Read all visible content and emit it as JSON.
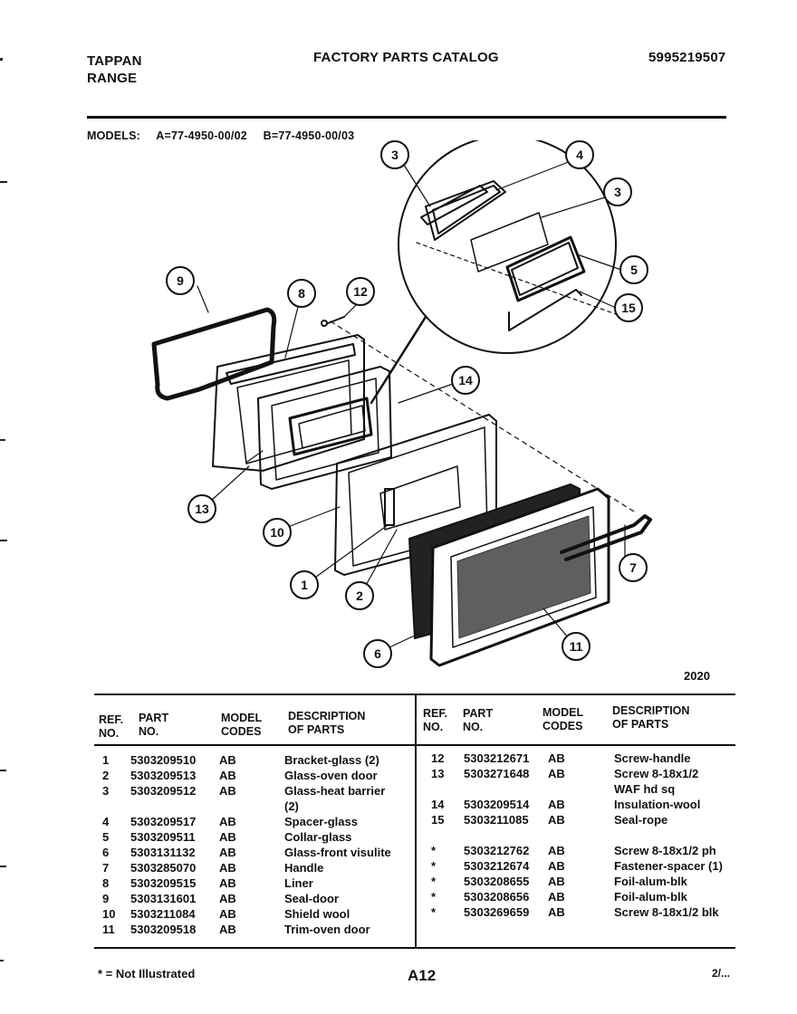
{
  "header": {
    "brand_line1": "TAPPAN",
    "brand_line2": "RANGE",
    "title": "FACTORY PARTS CATALOG",
    "catalog_no": "5995219507"
  },
  "models": {
    "label": "MODELS:",
    "a": "A=77-4950-00/02",
    "b": "B=77-4950-00/03"
  },
  "diagram": {
    "figure_code": "2020",
    "callouts": [
      "1",
      "2",
      "3",
      "4",
      "5",
      "6",
      "7",
      "8",
      "9",
      "10",
      "11",
      "12",
      "13",
      "14",
      "15"
    ]
  },
  "table": {
    "headers": {
      "ref_no": [
        "REF.",
        "NO."
      ],
      "part_no": [
        "PART",
        "NO."
      ],
      "model_codes": [
        "MODEL",
        "CODES"
      ],
      "description": [
        "DESCRIPTION",
        "OF PARTS"
      ]
    },
    "left_rows": [
      {
        "ref": "1",
        "part": "5303209510",
        "code": "AB",
        "desc": "Bracket-glass (2)"
      },
      {
        "ref": "2",
        "part": "5303209513",
        "code": "AB",
        "desc": "Glass-oven door"
      },
      {
        "ref": "3",
        "part": "5303209512",
        "code": "AB",
        "desc": "Glass-heat barrier"
      },
      {
        "ref": "",
        "part": "",
        "code": "",
        "desc": "(2)"
      },
      {
        "ref": "4",
        "part": "5303209517",
        "code": "AB",
        "desc": "Spacer-glass"
      },
      {
        "ref": "5",
        "part": "5303209511",
        "code": "AB",
        "desc": "Collar-glass"
      },
      {
        "ref": "6",
        "part": "5303131132",
        "code": "AB",
        "desc": "Glass-front visulite"
      },
      {
        "ref": "7",
        "part": "5303285070",
        "code": "AB",
        "desc": "Handle"
      },
      {
        "ref": "8",
        "part": "5303209515",
        "code": "AB",
        "desc": "Liner"
      },
      {
        "ref": "9",
        "part": "5303131601",
        "code": "AB",
        "desc": "Seal-door"
      },
      {
        "ref": "10",
        "part": "5303211084",
        "code": "AB",
        "desc": "Shield wool"
      },
      {
        "ref": "11",
        "part": "5303209518",
        "code": "AB",
        "desc": "Trim-oven door"
      }
    ],
    "right_rows": [
      {
        "ref": "12",
        "part": "5303212671",
        "code": "AB",
        "desc": "Screw-handle"
      },
      {
        "ref": "13",
        "part": "5303271648",
        "code": "AB",
        "desc": "Screw 8-18x1/2"
      },
      {
        "ref": "",
        "part": "",
        "code": "",
        "desc": "WAF hd sq"
      },
      {
        "ref": "14",
        "part": "5303209514",
        "code": "AB",
        "desc": "Insulation-wool"
      },
      {
        "ref": "15",
        "part": "5303211085",
        "code": "AB",
        "desc": "Seal-rope"
      },
      {
        "ref": "",
        "part": "",
        "code": "",
        "desc": ""
      },
      {
        "ref": "*",
        "part": "5303212762",
        "code": "AB",
        "desc": "Screw 8-18x1/2 ph"
      },
      {
        "ref": "*",
        "part": "5303212674",
        "code": "AB",
        "desc": "Fastener-spacer (1)"
      },
      {
        "ref": "*",
        "part": "5303208655",
        "code": "AB",
        "desc": "Foil-alum-blk"
      },
      {
        "ref": "*",
        "part": "5303208656",
        "code": "AB",
        "desc": "Foil-alum-blk"
      },
      {
        "ref": "*",
        "part": "5303269659",
        "code": "AB",
        "desc": "Screw 8-18x1/2 blk"
      }
    ]
  },
  "footer": {
    "note": "* = Not Illustrated",
    "page": "A12",
    "date": "2/..."
  }
}
